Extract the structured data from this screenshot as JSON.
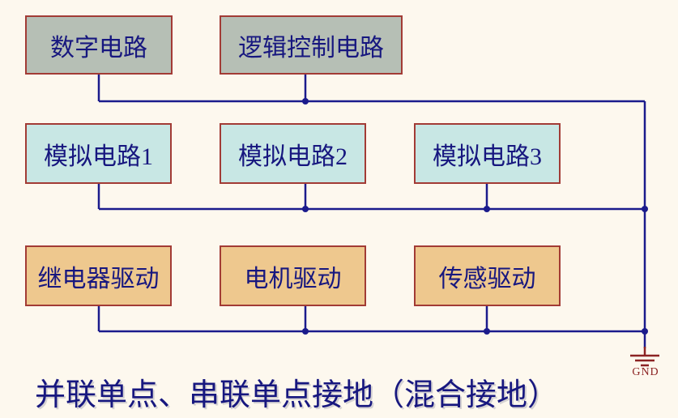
{
  "colors": {
    "bg": "#fdf8ee",
    "line": "#1b1b8c",
    "text": "#17177f",
    "border": "#a23b35",
    "row1-fill": "#b6bfb5",
    "row2-fill": "#c8e7e4",
    "row3-fill": "#eec88e",
    "ground": "#8c2323"
  },
  "diagram": {
    "rows": [
      {
        "boxes": [
          {
            "label": "数字电路"
          },
          {
            "label": "逻辑控制电路"
          }
        ]
      },
      {
        "boxes": [
          {
            "label": "模拟电路1"
          },
          {
            "label": "模拟电路2"
          },
          {
            "label": "模拟电路3"
          }
        ]
      },
      {
        "boxes": [
          {
            "label": "继电器驱动"
          },
          {
            "label": "电机驱动"
          },
          {
            "label": "传感驱动"
          }
        ]
      }
    ],
    "ground_label": "GND",
    "caption": "并联单点、串联单点接地（混合接地）"
  }
}
